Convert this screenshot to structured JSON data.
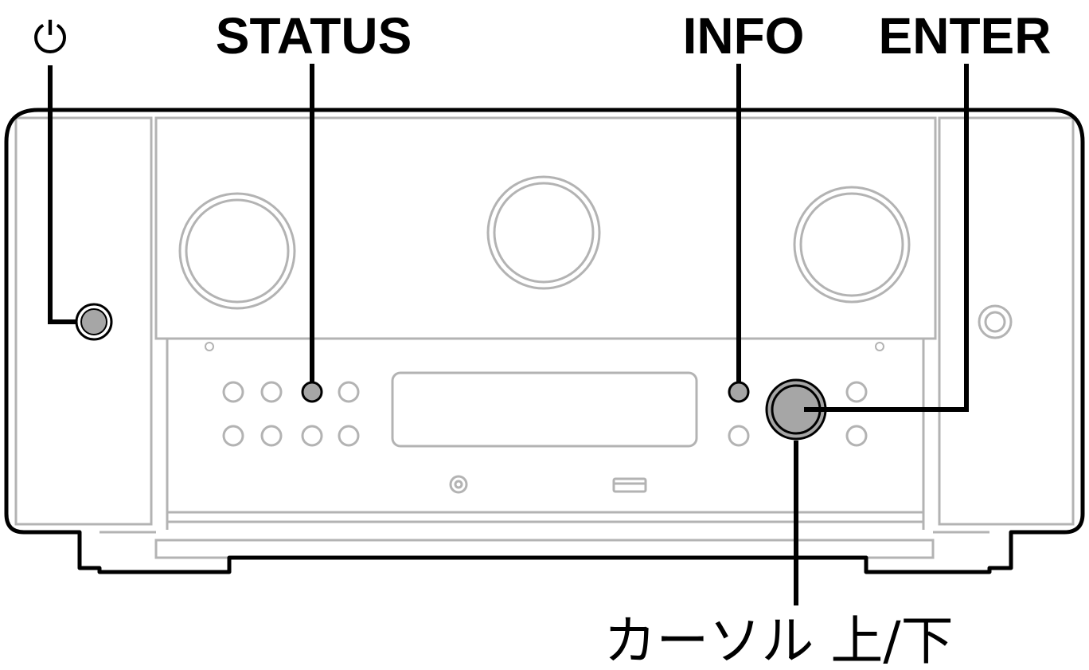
{
  "labels": {
    "power": "⏻",
    "status": "STATUS",
    "info": "INFO",
    "enter": "ENTER",
    "cursor": "カーソル 上/下"
  },
  "colors": {
    "callout": "#000000",
    "device_outline": "#b3b3b3",
    "highlight_fill": "#a6a6a6"
  },
  "icons": {
    "power": "power-icon",
    "usb": "usb-port-icon",
    "headphone": "headphone-jack-icon"
  }
}
